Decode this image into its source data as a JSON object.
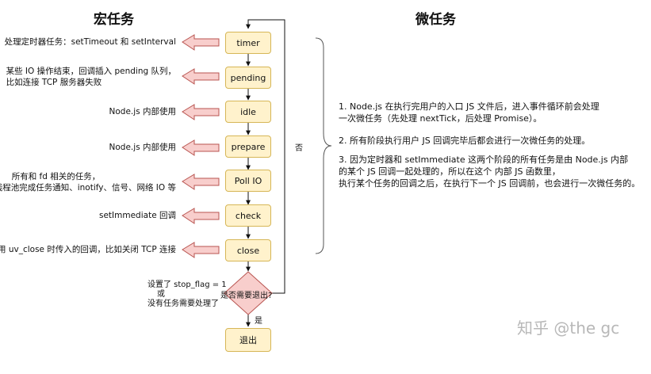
{
  "titles": {
    "macro": "宏任务",
    "micro": "微任务"
  },
  "phases": [
    {
      "label": "timer",
      "desc": [
        "处理定时器任务：setTimeout 和 setInterval"
      ]
    },
    {
      "label": "pending",
      "desc": [
        "某些 IO 操作结束，回调插入 pending 队列，",
        "比如连接 TCP 服务器失败"
      ]
    },
    {
      "label": "idle",
      "desc": [
        "Node.js 内部使用"
      ]
    },
    {
      "label": "prepare",
      "desc": [
        "Node.js 内部使用"
      ]
    },
    {
      "label": "Poll IO",
      "desc": [
        "所有和 fd 相关的任务，",
        "线程池完成任务通知、inotify、信号、网络 IO 等"
      ]
    },
    {
      "label": "check",
      "desc": [
        "setImmediate 回调"
      ]
    },
    {
      "label": "close",
      "desc": [
        "调用 uv_close 时传入的回调，比如关闭 TCP 连接"
      ]
    }
  ],
  "decision": {
    "label": "是否需要退出?",
    "condition_lines": [
      "设置了 stop_flag = 1",
      "或",
      "没有任务需要处理了"
    ],
    "yes": "是",
    "no": "否"
  },
  "exit": {
    "label": "退出"
  },
  "notes": [
    [
      "1. Node.js 在执行完用户的入口 JS 文件后，进入事件循环前会处理",
      "一次微任务（先处理 nextTick，后处理 Promise）。"
    ],
    [
      "2. 所有阶段执行用户 JS 回调完毕后都会进行一次微任务的处理。"
    ],
    [
      "3. 因为定时器和 setImmediate 这两个阶段的所有任务是由 Node.js 内部",
      "的某个 JS 回调一起处理的，所以在这个 内部 JS 函数里，",
      "执行某个任务的回调之后，在执行下一个 JS 回调前，也会进行一次微任务的。"
    ]
  ],
  "watermark": "知乎 @the gc",
  "colors": {
    "box_fill": "#fff2cc",
    "box_border": "#d6b656",
    "arrow_fill": "#f8cecc",
    "arrow_border": "#b85450",
    "decision_fill": "#f8cecc"
  }
}
